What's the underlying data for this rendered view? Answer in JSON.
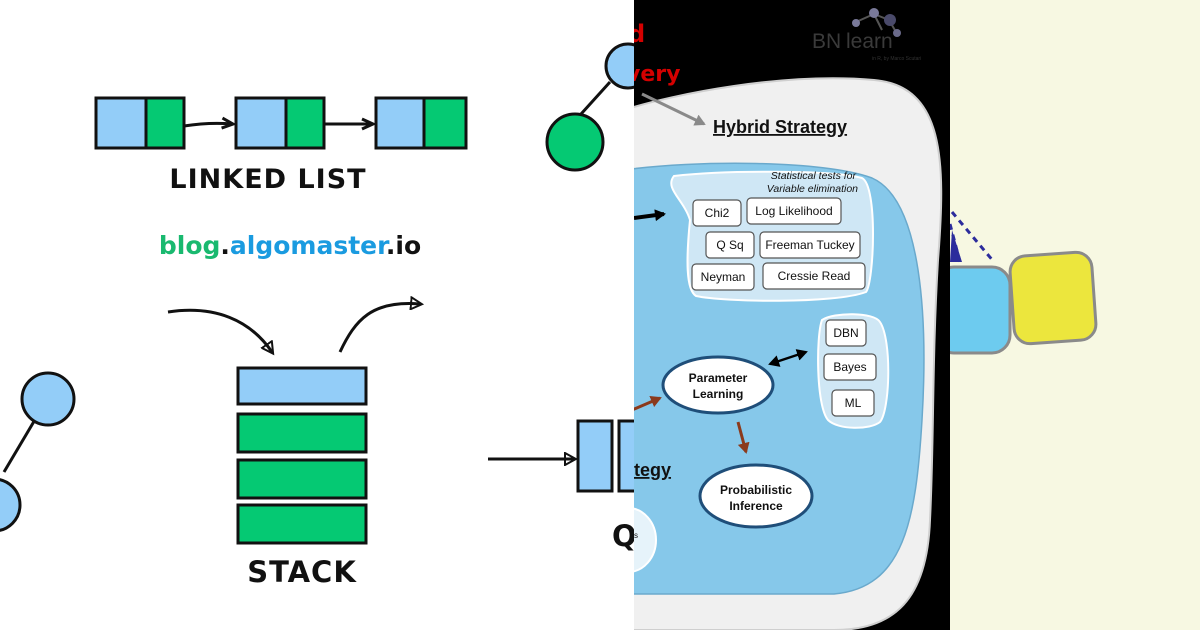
{
  "left": {
    "linked_list_label": "LINKED LIST",
    "brand": {
      "part1": "blog",
      "dot1": ".",
      "part2": "algomaster",
      "dot2": ".",
      "part3": "io"
    },
    "stack_label": "STACK",
    "queue_fragment": "Q",
    "colors": {
      "blue": "#93cdf8",
      "green": "#05c973",
      "brand_green": "#19b96f",
      "brand_blue": "#1a9be0"
    }
  },
  "middle": {
    "logo_text": "BN",
    "logo_text2": "learn",
    "logo_sub": "in R, by Marco Scutari",
    "top_fragment_1": "d",
    "top_fragment_2": "very",
    "hybrid_title": "Hybrid Strategy",
    "tests_caption_1": "Statistical tests for",
    "tests_caption_2": "Variable elimination",
    "tests": [
      "Chi2",
      "Log Likelihood",
      "Q Sq",
      "Freeman Tuckey",
      "Neyman",
      "Cressie Read"
    ],
    "param_learning_1": "Parameter",
    "param_learning_2": "Learning",
    "methods": [
      "DBN",
      "Bayes",
      "ML"
    ],
    "prob_inference_1": "Probabilistic",
    "prob_inference_2": "Inference",
    "strategy_fragment": "tegy",
    "small_fragment": "s",
    "colors": {
      "accent_red": "#d40000",
      "blob_fill": "#f0f0f0",
      "inner_blue": "#86c8ea",
      "node_border": "#1f4e79"
    }
  },
  "right": {
    "colors": {
      "bg": "#f7f8e2",
      "blue_block": "#6dcbef",
      "yellow_block": "#ece63d",
      "dash": "#2c2c9c"
    }
  }
}
